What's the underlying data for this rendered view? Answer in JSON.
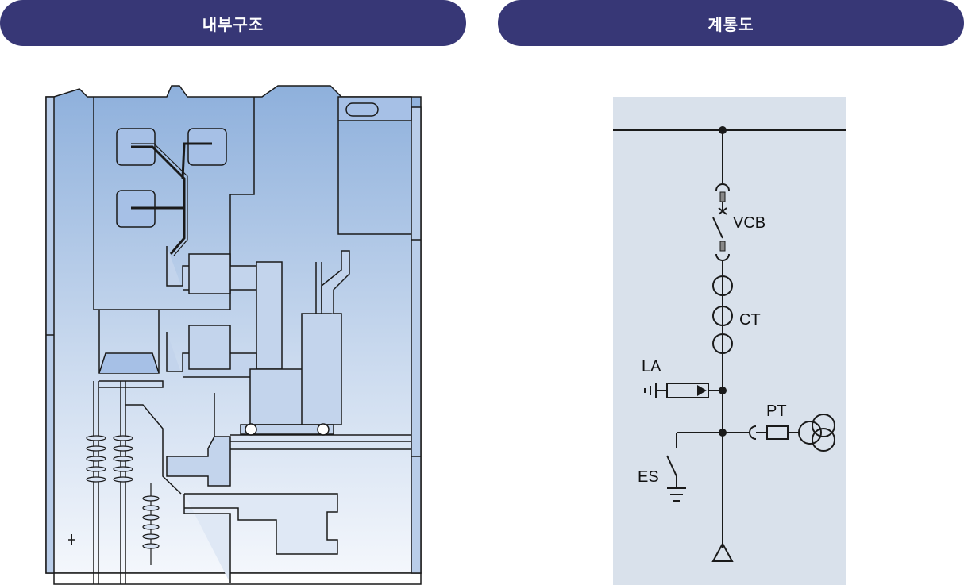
{
  "header": {
    "internal_structure_title": "내부구조",
    "single_line_diagram_title": "계통도"
  },
  "single_line_diagram": {
    "labels": {
      "vcb": "VCB",
      "ct": "CT",
      "la": "LA",
      "pt": "PT",
      "es": "ES"
    }
  },
  "colors": {
    "header_bg": "#373776",
    "header_text": "#ffffff",
    "cabinet_fill_top": "#8eb0dc",
    "cabinet_fill_bottom": "#f0f4fb",
    "diagram_bg": "#d9e1eb",
    "line": "#1a1a1a"
  }
}
